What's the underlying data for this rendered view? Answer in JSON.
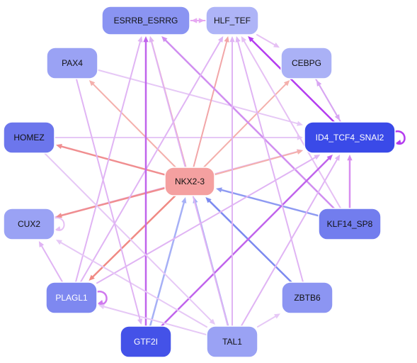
{
  "nodes": [
    {
      "id": "ESRRB_ESRRG",
      "label": "ESRRB_ESRRG",
      "fill": "#8a94f2",
      "text_color": "#111111"
    },
    {
      "id": "HLF_TEF",
      "label": "HLF_TEF",
      "fill": "#aeb4f7",
      "text_color": "#111111"
    },
    {
      "id": "PAX4",
      "label": "PAX4",
      "fill": "#9aa2f4",
      "text_color": "#111111"
    },
    {
      "id": "CEBPG",
      "label": "CEBPG",
      "fill": "#aab1f6",
      "text_color": "#111111"
    },
    {
      "id": "HOMEZ",
      "label": "HOMEZ",
      "fill": "#6c76ec",
      "text_color": "#111111"
    },
    {
      "id": "ID4_TCF4_SNAI2",
      "label": "ID4_TCF4_SNAI2",
      "fill": "#3a4ae8",
      "text_color": "#ffffff"
    },
    {
      "id": "NKX2-3",
      "label": "NKX2-3",
      "fill": "#f4a0a0",
      "text_color": "#111111"
    },
    {
      "id": "CUX2",
      "label": "CUX2",
      "fill": "#9aa2f4",
      "text_color": "#111111"
    },
    {
      "id": "KLF14_SP8",
      "label": "KLF14_SP8",
      "fill": "#727dee",
      "text_color": "#111111"
    },
    {
      "id": "PLAGL1",
      "label": "PLAGL1",
      "fill": "#7e88f0",
      "text_color": "#ffffff"
    },
    {
      "id": "ZBTB6",
      "label": "ZBTB6",
      "fill": "#8c95f2",
      "text_color": "#111111"
    },
    {
      "id": "GTF2I",
      "label": "GTF2I",
      "fill": "#4452e8",
      "text_color": "#ffffff"
    },
    {
      "id": "TAL1",
      "label": "TAL1",
      "fill": "#9aa2f4",
      "text_color": "#111111"
    }
  ],
  "edges": [
    {
      "from": "ESRRB_ESRRG",
      "to": "HLF_TEF",
      "color": "#e6a8f2",
      "width": 2
    },
    {
      "from": "HLF_TEF",
      "to": "ESRRB_ESRRG",
      "color": "#e6a8f2",
      "width": 2
    },
    {
      "from": "HLF_TEF",
      "to": "CEBPG",
      "color": "#e6c0f4",
      "width": 2
    },
    {
      "from": "ID4_TCF4_SNAI2",
      "to": "HLF_TEF",
      "color": "#b43cf0",
      "width": 2.5
    },
    {
      "from": "ID4_TCF4_SNAI2",
      "to": "CEBPG",
      "color": "#d8a6f2",
      "width": 2
    },
    {
      "from": "CEBPG",
      "to": "ID4_TCF4_SNAI2",
      "color": "#d8a6f2",
      "width": 2
    },
    {
      "from": "ID4_TCF4_SNAI2",
      "to": "ID4_TCF4_SNAI2",
      "color": "#b43cf0",
      "width": 2.5,
      "self": true
    },
    {
      "from": "PAX4",
      "to": "ID4_TCF4_SNAI2",
      "color": "#e6c8f6",
      "width": 2
    },
    {
      "from": "HOMEZ",
      "to": "ID4_TCF4_SNAI2",
      "color": "#e6c8f6",
      "width": 2
    },
    {
      "from": "CUX2",
      "to": "ID4_TCF4_SNAI2",
      "color": "#e4b8f4",
      "width": 2
    },
    {
      "from": "CUX2",
      "to": "CUX2",
      "color": "#e6c0f4",
      "width": 2,
      "self": true
    },
    {
      "from": "PLAGL1",
      "to": "PLAGL1",
      "color": "#d079ef",
      "width": 2.5,
      "self": true
    },
    {
      "from": "NKX2-3",
      "to": "ESRRB_ESRRG",
      "color": "#f2a6a8",
      "width": 2
    },
    {
      "from": "NKX2-3",
      "to": "HLF_TEF",
      "color": "#f2a6a8",
      "width": 2
    },
    {
      "from": "NKX2-3",
      "to": "PAX4",
      "color": "#f4b0ac",
      "width": 2
    },
    {
      "from": "NKX2-3",
      "to": "CEBPG",
      "color": "#f4b0ac",
      "width": 2
    },
    {
      "from": "NKX2-3",
      "to": "HOMEZ",
      "color": "#f08e90",
      "width": 2.5
    },
    {
      "from": "NKX2-3",
      "to": "ID4_TCF4_SNAI2",
      "color": "#f4b0ac",
      "width": 2
    },
    {
      "from": "NKX2-3",
      "to": "CUX2",
      "color": "#f08e90",
      "width": 2.5
    },
    {
      "from": "NKX2-3",
      "to": "PLAGL1",
      "color": "#f08a84",
      "width": 2.5
    },
    {
      "from": "KLF14_SP8",
      "to": "NKX2-3",
      "color": "#8e9af2",
      "width": 2.5
    },
    {
      "from": "ZBTB6",
      "to": "NKX2-3",
      "color": "#7c8af0",
      "width": 2.5
    },
    {
      "from": "GTF2I",
      "to": "NKX2-3",
      "color": "#a6b0f6",
      "width": 2.5
    },
    {
      "from": "TAL1",
      "to": "NKX2-3",
      "color": "#a6b0f6",
      "width": 2.5
    },
    {
      "from": "KLF14_SP8",
      "to": "ESRRB_ESRRG",
      "color": "#d08ef0",
      "width": 2.5
    },
    {
      "from": "KLF14_SP8",
      "to": "HLF_TEF",
      "color": "#e6c0f4",
      "width": 2
    },
    {
      "from": "KLF14_SP8",
      "to": "ID4_TCF4_SNAI2",
      "color": "#d88ef0",
      "width": 2.5
    },
    {
      "from": "PLAGL1",
      "to": "ESRRB_ESRRG",
      "color": "#e0b4f4",
      "width": 2
    },
    {
      "from": "PLAGL1",
      "to": "HLF_TEF",
      "color": "#e0b4f4",
      "width": 2
    },
    {
      "from": "PLAGL1",
      "to": "CUX2",
      "color": "#e0b4f4",
      "width": 2
    },
    {
      "from": "PLAGL1",
      "to": "ID4_TCF4_SNAI2",
      "color": "#e0b4f4",
      "width": 2
    },
    {
      "from": "GTF2I",
      "to": "ESRRB_ESRRG",
      "color": "#c064ec",
      "width": 2.5
    },
    {
      "from": "GTF2I",
      "to": "ID4_TCF4_SNAI2",
      "color": "#c064ec",
      "width": 2.5
    },
    {
      "from": "TAL1",
      "to": "ESRRB_ESRRG",
      "color": "#e0b4f4",
      "width": 2
    },
    {
      "from": "TAL1",
      "to": "HLF_TEF",
      "color": "#e0b4f4",
      "width": 2
    },
    {
      "from": "TAL1",
      "to": "CUX2",
      "color": "#e6c8f6",
      "width": 2
    },
    {
      "from": "TAL1",
      "to": "PLAGL1",
      "color": "#e6c8f6",
      "width": 2
    },
    {
      "from": "TAL1",
      "to": "ID4_TCF4_SNAI2",
      "color": "#e0b4f4",
      "width": 2
    },
    {
      "from": "TAL1",
      "to": "ZBTB6",
      "color": "#e6c8f6",
      "width": 2
    },
    {
      "from": "HOMEZ",
      "to": "TAL1",
      "color": "#e6c8f6",
      "width": 2
    },
    {
      "from": "ZBTB6",
      "to": "HLF_TEF",
      "color": "#e0b4f4",
      "width": 2
    },
    {
      "from": "PAX4",
      "to": "GTF2I",
      "color": "#e0b4f4",
      "width": 2
    }
  ]
}
